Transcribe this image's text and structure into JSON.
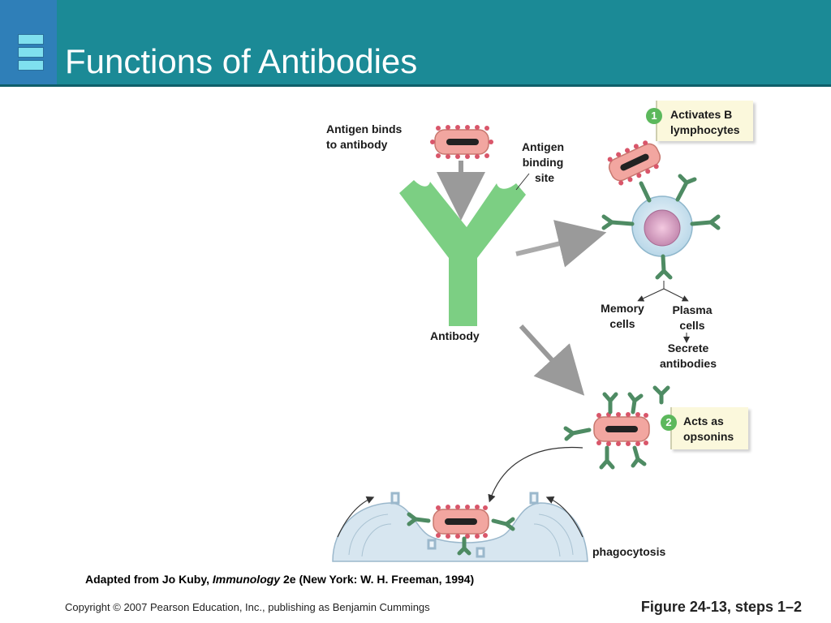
{
  "slide": {
    "title": "Functions of Antibodies"
  },
  "labels": {
    "antigen_binds_line1": "Antigen binds",
    "antigen_binds_line2": "to antibody",
    "antigen_binding_line1": "Antigen",
    "antigen_binding_line2": "binding",
    "antigen_binding_line3": "site",
    "antibody": "Antibody",
    "memory_line1": "Memory",
    "memory_line2": "cells",
    "plasma_line1": "Plasma",
    "plasma_line2": "cells",
    "secrete_line1": "Secrete",
    "secrete_line2": "antibodies",
    "phagocytosis": "phagocytosis"
  },
  "steps": [
    {
      "number": "1",
      "line1": "Activates B",
      "line2": "lymphocytes"
    },
    {
      "number": "2",
      "line1": "Acts as",
      "line2": "opsonins"
    }
  ],
  "footer": {
    "attribution_prefix": "Adapted from Jo Kuby, ",
    "attribution_book": "Immunology",
    "attribution_suffix": " 2e (New York: W. H. Freeman, 1994)",
    "copyright": "Copyright © 2007 Pearson Education, Inc., publishing as Benjamin Cummings",
    "figure_ref": "Figure 24-13, steps 1–2"
  },
  "colors": {
    "title_bar": "#1b8a96",
    "antibody_light": "#7ccf83",
    "antibody_dark": "#4e8b63",
    "antigen_fill": "#f2a6a0",
    "antigen_dot": "#d9566a",
    "step_badge": "#5cb85c"
  }
}
